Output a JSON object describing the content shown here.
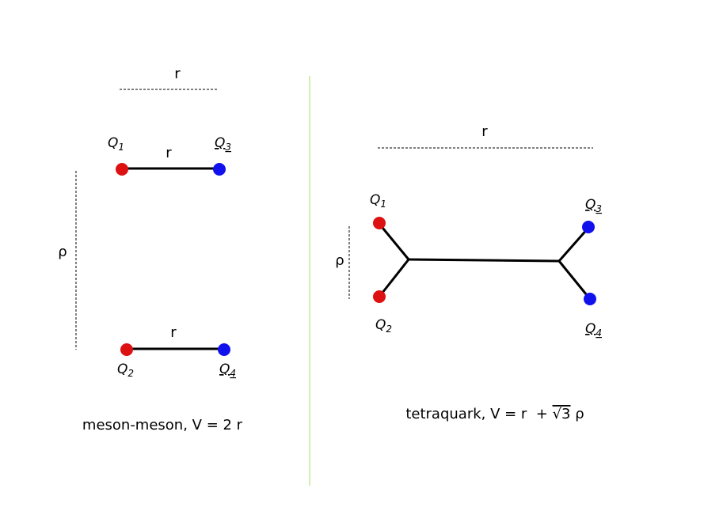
{
  "colors": {
    "antiquark": "#dd1111",
    "quark": "#1111ee",
    "divider": "#a9dd66"
  },
  "labels": {
    "r": "r",
    "rho": "ρ"
  },
  "quarks": {
    "q1": {
      "letter": "Q",
      "sub": "1"
    },
    "q2": {
      "letter": "Q",
      "sub": "2"
    },
    "q3": {
      "letter": "Q",
      "sub": "3"
    },
    "q4": {
      "letter": "Q",
      "sub": "4"
    }
  },
  "captions": {
    "meson": "meson-meson, V = 2 r",
    "tetra_prefix": "tetraquark, V = r  + ",
    "tetra_sqrt": "√3",
    "tetra_suffix": " ρ"
  }
}
